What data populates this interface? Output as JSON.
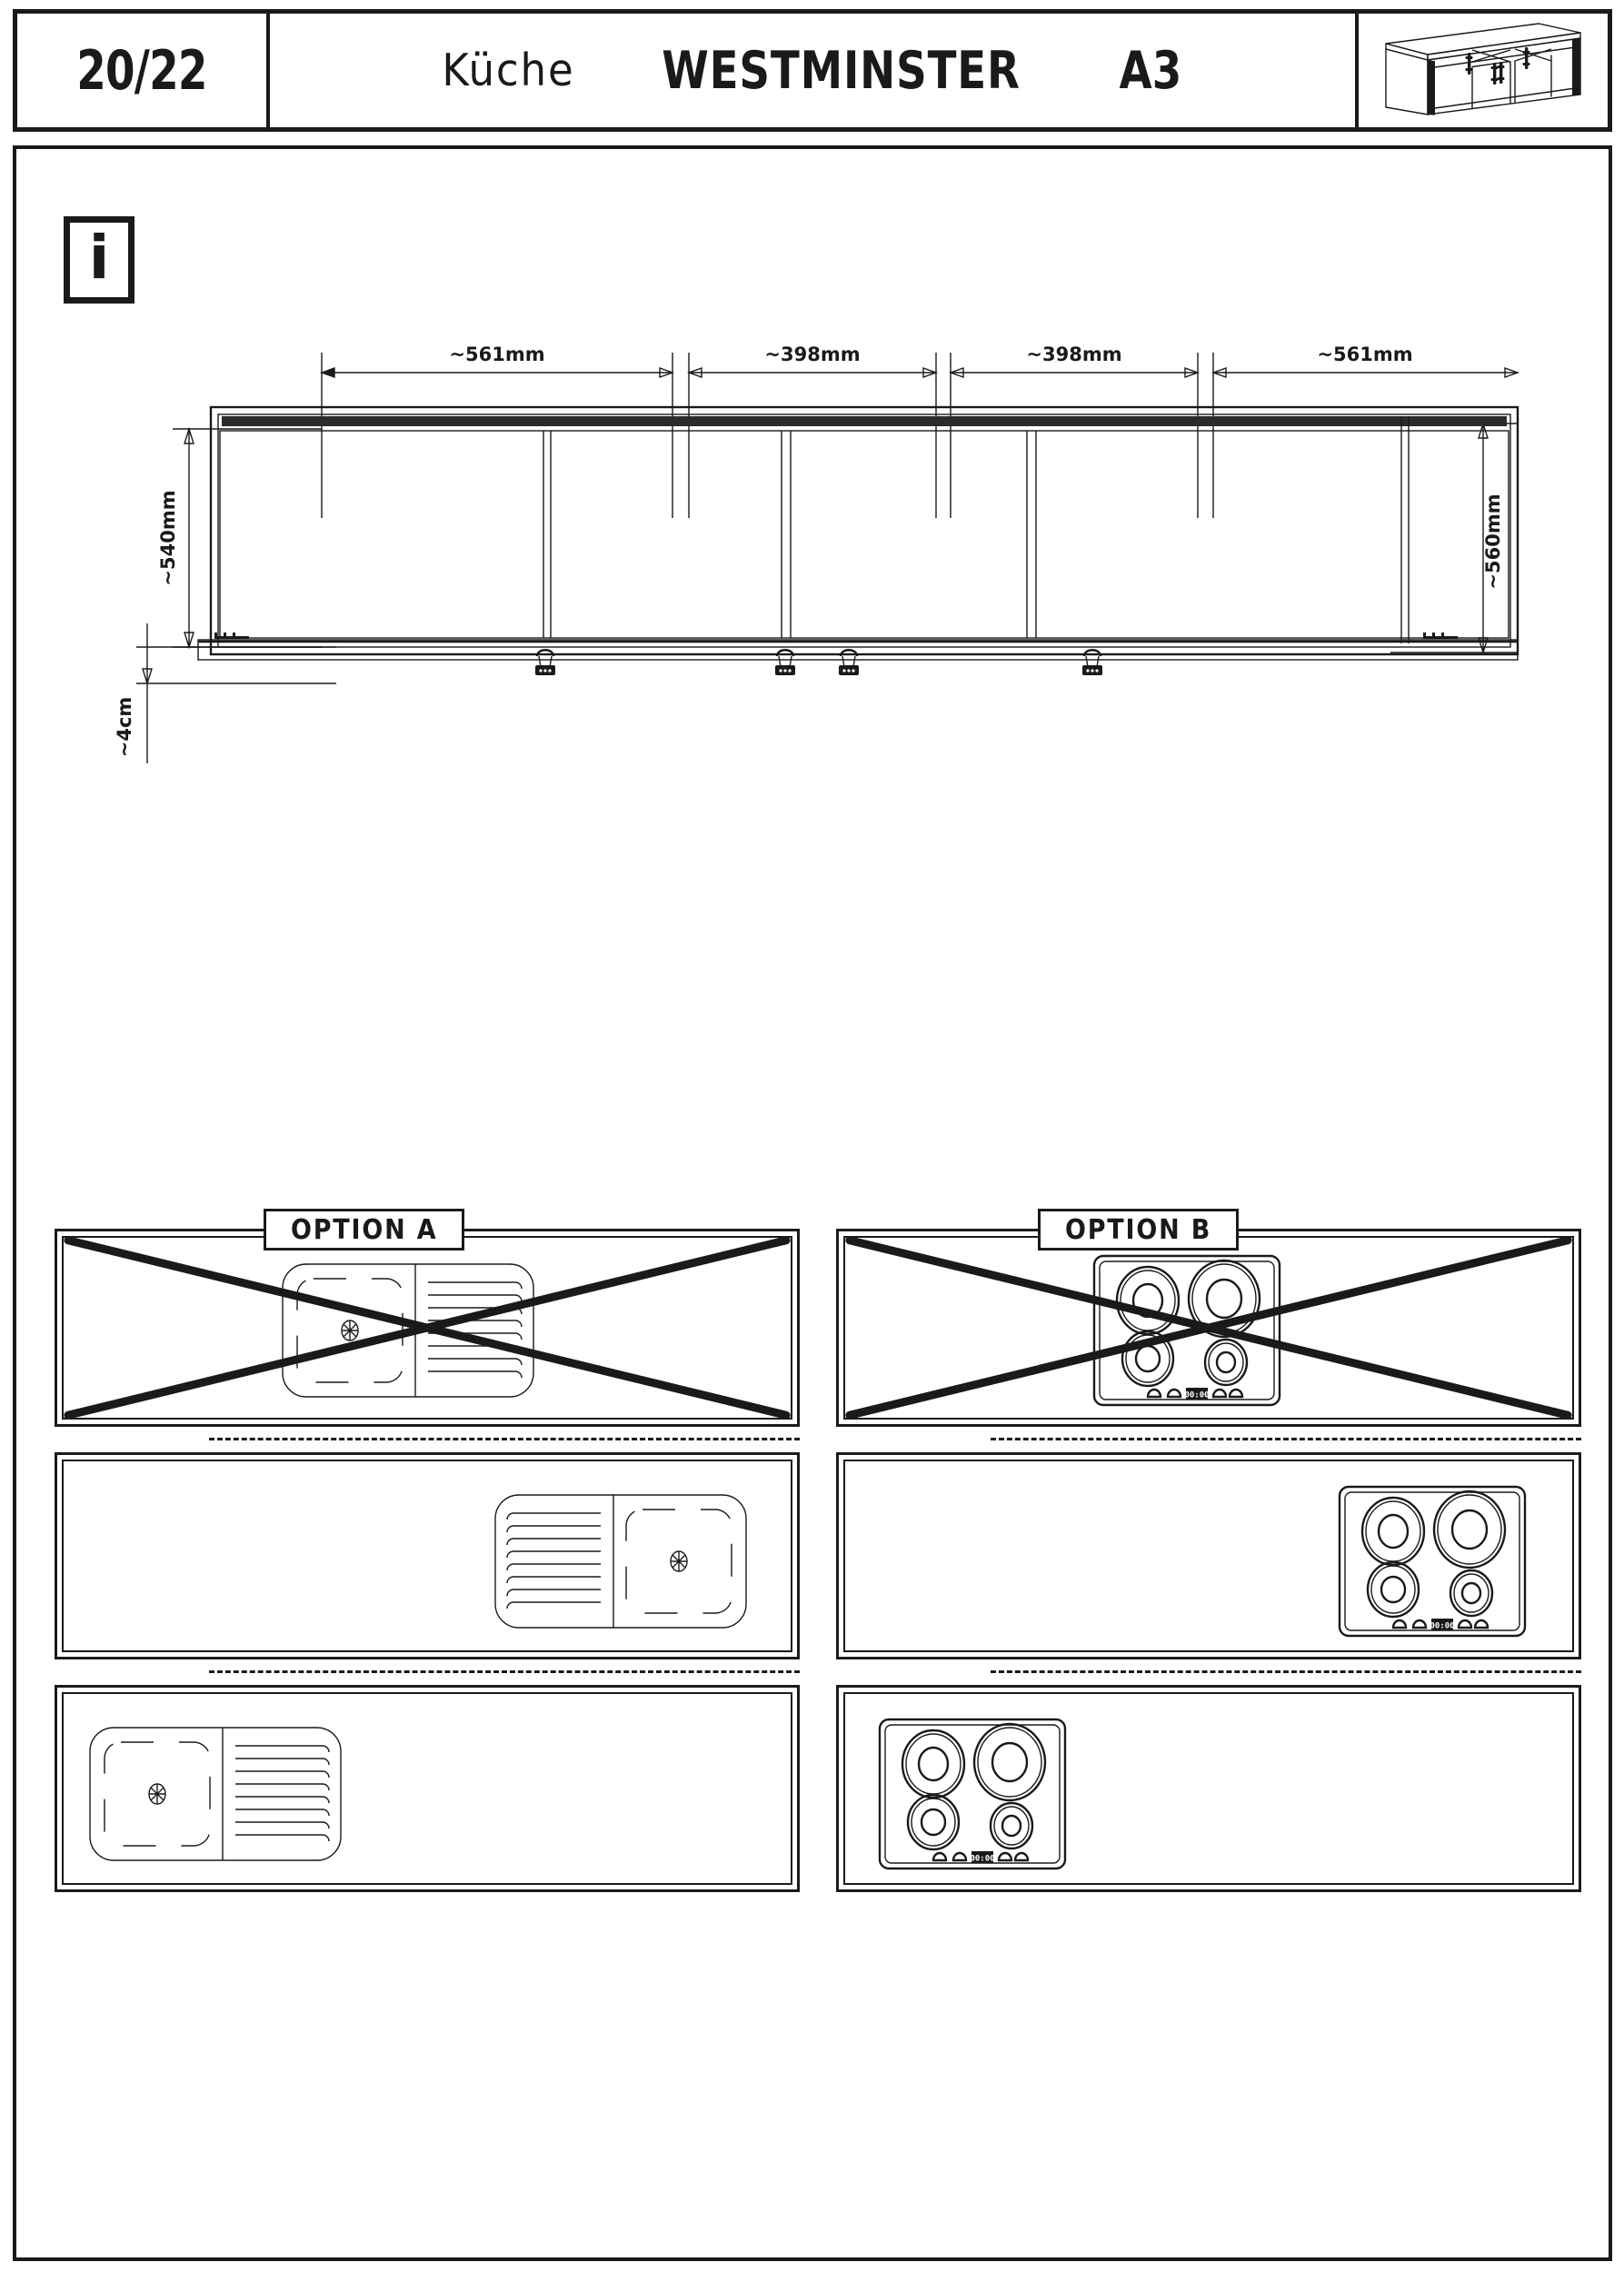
{
  "header": {
    "page_number": "20/22",
    "subtitle": "Küche",
    "product": "WESTMINSTER",
    "code": "A3",
    "thumbnail_icon": "sideboard-cabinet-isometric-icon"
  },
  "info": {
    "icon": "info-i-icon",
    "glyph": "i"
  },
  "elevation": {
    "title": "cabinet-front-elevation",
    "horizontal_dimensions": [
      {
        "label": "~561mm",
        "value": 561,
        "unit": "mm"
      },
      {
        "label": "~398mm",
        "value": 398,
        "unit": "mm"
      },
      {
        "label": "~398mm",
        "value": 398,
        "unit": "mm"
      },
      {
        "label": "~561mm",
        "value": 561,
        "unit": "mm"
      }
    ],
    "vertical_dimension_left": {
      "label": "~540mm",
      "value": 540,
      "unit": "mm"
    },
    "vertical_dimension_right": {
      "label": "~560mm",
      "value": 560,
      "unit": "mm"
    },
    "plinth_dimension": {
      "label": "~4cm",
      "value": 4,
      "unit": "cm"
    },
    "door_count": 4,
    "leg_count": 4
  },
  "options": {
    "a": {
      "label": "OPTION A",
      "fixture_type": "sink",
      "panels": [
        {
          "id": "a1",
          "fixture": "sink",
          "position": "center",
          "basin_side": "left",
          "drainer_side": "right",
          "crossed_out": true
        },
        {
          "id": "a2",
          "fixture": "sink",
          "position": "right",
          "basin_side": "right",
          "drainer_side": "left",
          "crossed_out": false
        },
        {
          "id": "a3",
          "fixture": "sink",
          "position": "left",
          "basin_side": "left",
          "drainer_side": "right",
          "crossed_out": false
        }
      ]
    },
    "b": {
      "label": "OPTION B",
      "fixture_type": "hob",
      "hob_display_value": "00:00",
      "hob_burner_count": 4,
      "hob_knob_count": 4,
      "panels": [
        {
          "id": "b1",
          "fixture": "hob",
          "position": "center",
          "crossed_out": true
        },
        {
          "id": "b2",
          "fixture": "hob",
          "position": "right",
          "crossed_out": false
        },
        {
          "id": "b3",
          "fixture": "hob",
          "position": "left",
          "crossed_out": false
        }
      ]
    }
  },
  "colors": {
    "ink": "#1a1a1a",
    "paper": "#ffffff"
  }
}
